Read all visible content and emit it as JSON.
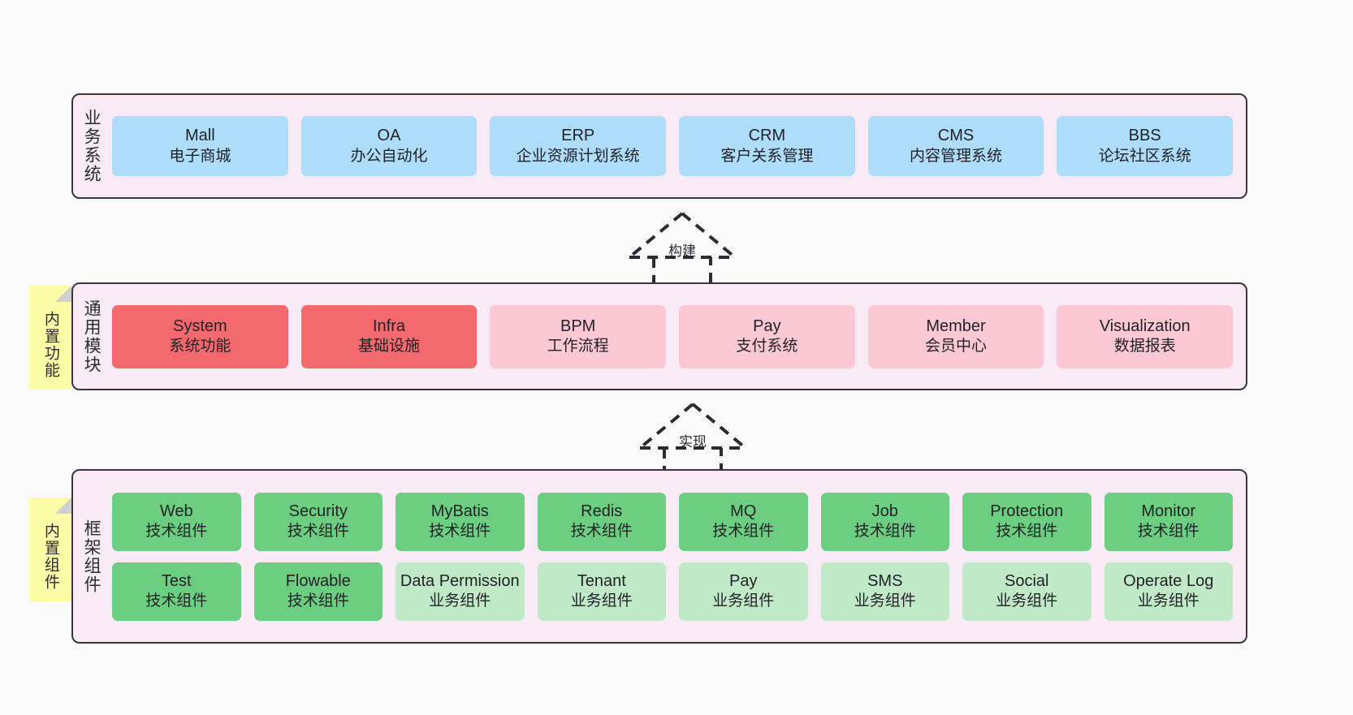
{
  "layers": [
    {
      "id": "business-system",
      "label": "业务系统",
      "note": null,
      "rows": [
        [
          {
            "name": "Mall",
            "desc": "电子商城",
            "color": "blue"
          },
          {
            "name": "OA",
            "desc": "办公自动化",
            "color": "blue"
          },
          {
            "name": "ERP",
            "desc": "企业资源计划系统",
            "color": "blue"
          },
          {
            "name": "CRM",
            "desc": "客户关系管理",
            "color": "blue"
          },
          {
            "name": "CMS",
            "desc": "内容管理系统",
            "color": "blue"
          },
          {
            "name": "BBS",
            "desc": "论坛社区系统",
            "color": "blue"
          }
        ]
      ]
    },
    {
      "id": "common-module",
      "label": "通用模块",
      "note": "内置功能",
      "rows": [
        [
          {
            "name": "System",
            "desc": "系统功能",
            "color": "red"
          },
          {
            "name": "Infra",
            "desc": "基础设施",
            "color": "red"
          },
          {
            "name": "BPM",
            "desc": "工作流程",
            "color": "pink"
          },
          {
            "name": "Pay",
            "desc": "支付系统",
            "color": "pink"
          },
          {
            "name": "Member",
            "desc": "会员中心",
            "color": "pink"
          },
          {
            "name": "Visualization",
            "desc": "数据报表",
            "color": "pink"
          }
        ]
      ]
    },
    {
      "id": "framework-component",
      "label": "框架组件",
      "note": "内置组件",
      "rows": [
        [
          {
            "name": "Web",
            "desc": "技术组件",
            "color": "green"
          },
          {
            "name": "Security",
            "desc": "技术组件",
            "color": "green"
          },
          {
            "name": "MyBatis",
            "desc": "技术组件",
            "color": "green"
          },
          {
            "name": "Redis",
            "desc": "技术组件",
            "color": "green"
          },
          {
            "name": "MQ",
            "desc": "技术组件",
            "color": "green"
          },
          {
            "name": "Job",
            "desc": "技术组件",
            "color": "green"
          },
          {
            "name": "Protection",
            "desc": "技术组件",
            "color": "green"
          },
          {
            "name": "Monitor",
            "desc": "技术组件",
            "color": "green"
          }
        ],
        [
          {
            "name": "Test",
            "desc": "技术组件",
            "color": "green"
          },
          {
            "name": "Flowable",
            "desc": "技术组件",
            "color": "green"
          },
          {
            "name": "Data Permission",
            "desc": "业务组件",
            "color": "lgreen"
          },
          {
            "name": "Tenant",
            "desc": "业务组件",
            "color": "lgreen"
          },
          {
            "name": "Pay",
            "desc": "业务组件",
            "color": "lgreen"
          },
          {
            "name": "SMS",
            "desc": "业务组件",
            "color": "lgreen"
          },
          {
            "name": "Social",
            "desc": "业务组件",
            "color": "lgreen"
          },
          {
            "name": "Operate Log",
            "desc": "业务组件",
            "color": "lgreen"
          }
        ]
      ]
    }
  ],
  "connectors": [
    {
      "id": "build",
      "label": "构建"
    },
    {
      "id": "implement",
      "label": "实现"
    }
  ],
  "colors": {
    "panel_background": "#F8EBF5",
    "panel_border": "#3B3540",
    "page_background": "#F8F9F8",
    "blue": "#ADDDFB",
    "red": "#F4696E",
    "pink": "#FBC8D3",
    "green": "#6BCE80",
    "light_green": "#C0E9C8",
    "note_yellow": "#FCFBA6",
    "text": "#2B2B33"
  }
}
